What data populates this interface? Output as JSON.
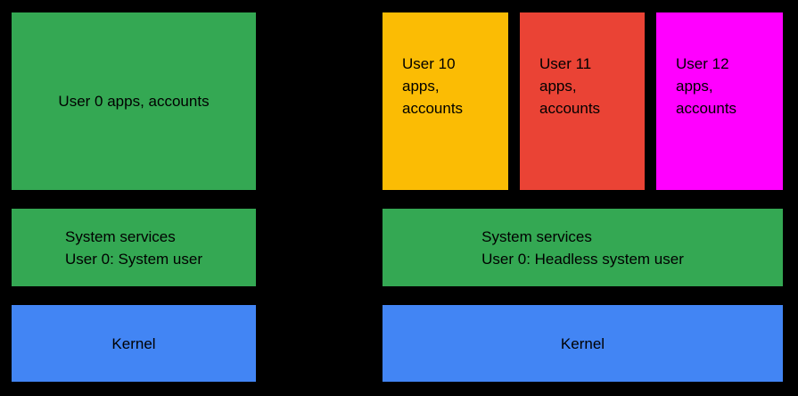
{
  "diagram": {
    "background_color": "#000000",
    "text_color": "#000000",
    "palette": {
      "green": "#34a853",
      "blue": "#4285f4",
      "yellow": "#fbbc04",
      "red": "#ea4335",
      "magenta": "#ff00ff"
    },
    "left_stack": {
      "apps_label": "User 0 apps, accounts",
      "services_label": "System services\nUser 0: System user",
      "kernel_label": "Kernel"
    },
    "right_stack": {
      "users": [
        {
          "label": "User 10\napps,\naccounts",
          "color": "#fbbc04"
        },
        {
          "label": "User 11\napps,\naccounts",
          "color": "#ea4335"
        },
        {
          "label": "User 12\napps,\naccounts",
          "color": "#ff00ff"
        }
      ],
      "services_label": "System services\nUser 0: Headless system user",
      "kernel_label": "Kernel"
    }
  }
}
